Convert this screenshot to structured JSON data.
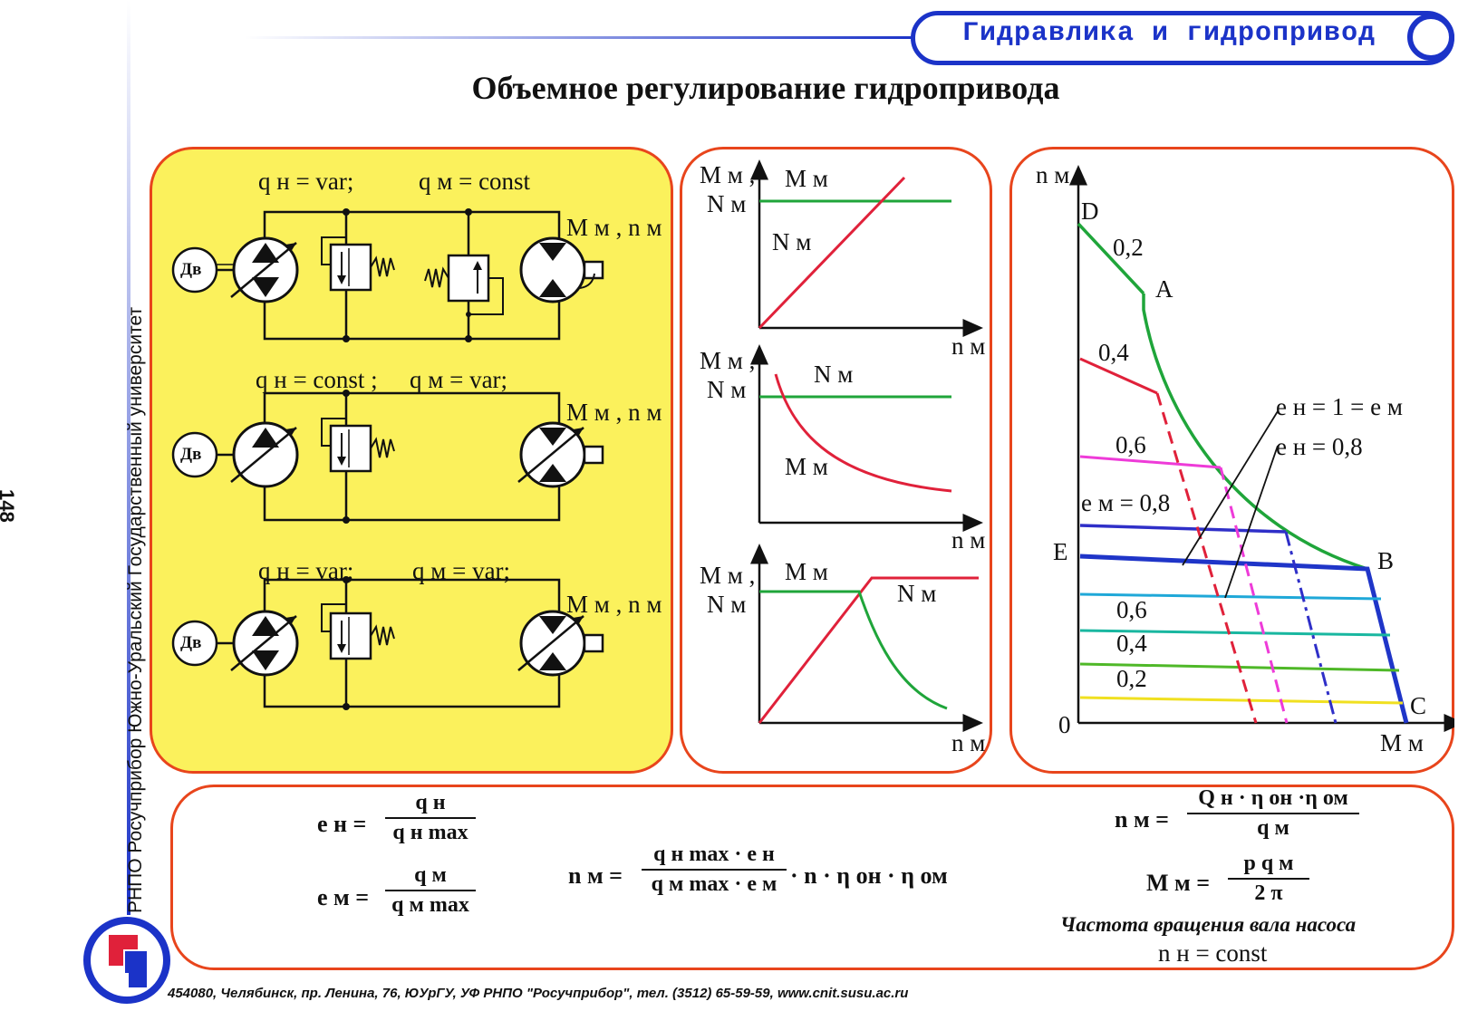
{
  "header": {
    "course": "Гидравлика и гидропривод",
    "title": "Объемное регулирование гидропривода"
  },
  "sidebar": {
    "org": "РНПО Росучприбор     Южно-Уральский  Государственный  университет",
    "page": "148"
  },
  "footer": {
    "address": "454080, Челябинск, пр. Ленина, 76, ЮУрГУ, УФ РНПО \"Росучприбор\", тел. (3512) 65-59-59, www.cnit.susu.ac.ru"
  },
  "schemes": [
    {
      "condition_pump": "q н = var;",
      "condition_motor": "q м  = const",
      "output": "M м , n м",
      "engine": "Дв"
    },
    {
      "condition_pump": "q н = const ;",
      "condition_motor": "q м  = var;",
      "output": "M м , n м",
      "engine": "Дв"
    },
    {
      "condition_pump": "q н = var;",
      "condition_motor": "q м = var;",
      "output": "M м , n м",
      "engine": "Дв"
    }
  ],
  "small_graphs": {
    "y_label_1": "M м ,",
    "y_label_2": "N м",
    "x_label": "n м",
    "g1": {
      "label_m": "M м",
      "label_n": "N м"
    },
    "g2": {
      "label_n": "N м",
      "label_m": "M м"
    },
    "g3": {
      "label_m": "M м",
      "label_n": "N м"
    }
  },
  "big_graph": {
    "y_label": "n м",
    "x_label": "M м",
    "origin": "0",
    "points": {
      "D": "D",
      "A": "A",
      "E": "E",
      "B": "B",
      "C": "C"
    },
    "labels": {
      "p02_top": "0,2",
      "p04_top": "0,4",
      "p06_top": "0,6",
      "em08": "e м = 0,8",
      "eq1": "e н = 1 = e м",
      "eh08": "e н = 0,8",
      "p06_bot": "0,6",
      "p04_bot": "0,4",
      "p02_bot": "0,2"
    },
    "colors": {
      "green": "#1fa53a",
      "red": "#e0213a",
      "magenta": "#ee3bd8",
      "blue": "#2f2fc8",
      "darkblue": "#1f35c8",
      "cyan": "#1fa8d8",
      "teal": "#19b7a0",
      "lime": "#4fb828",
      "yellow": "#f0e020"
    }
  },
  "formulas": {
    "eh_lhs": "e н =",
    "eh_num": "q н",
    "eh_den": "q н max",
    "em_lhs": "e м =",
    "em_num": "q  м",
    "em_den": "q м max",
    "nm_lhs": "n м  =",
    "nm_num": "q н max · e н",
    "nm_den": "q м max · e м",
    "nm_tail": "· n   · η он  · η ом",
    "nm2_lhs": "n м  =",
    "nm2_num": "Q н · η он ·η ом",
    "nm2_den": "q м",
    "mm_lhs": "M м  =",
    "mm_num": "p q м",
    "mm_den": "2 π",
    "pump_speed_note": "Частота вращения вала насоса",
    "pump_speed_eq": "n н = const"
  }
}
